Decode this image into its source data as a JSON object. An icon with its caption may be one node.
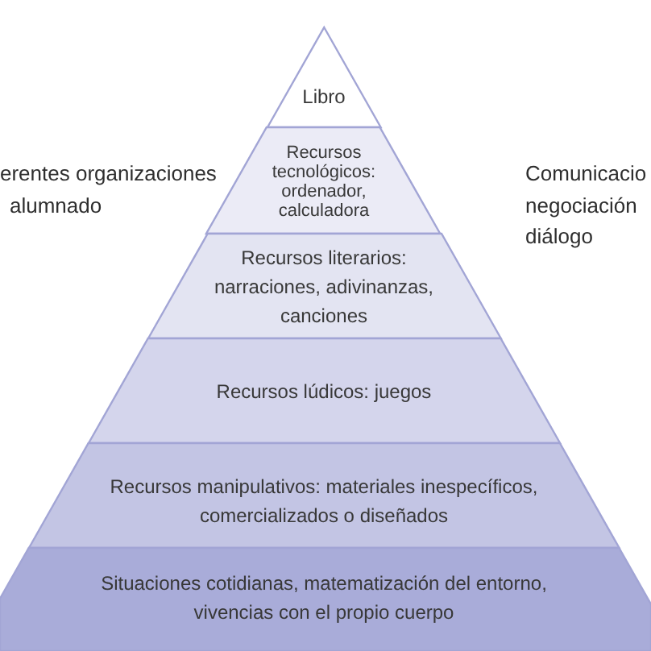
{
  "diagram": {
    "nodes": [
      {
        "text": [
          "Libro"
        ]
      },
      {
        "text": [
          "Recursos tecnológicos: ordenador, calculadora"
        ]
      },
      {
        "text": [
          "Recursos literarios: narraciones, adivinanzas, canciones"
        ]
      },
      {
        "text": [
          "Recursos lúdicos: juegos"
        ]
      },
      {
        "text": [
          "Recursos manipulativos: materiales inespecíficos, comercializados o diseñados"
        ]
      },
      {
        "text": [
          "Situaciones cotidianas, matematización del entorno, vivencias con el propio cuerpo"
        ]
      }
    ],
    "labels": [
      "erentes organizaciones alumnado",
      "Comunicacio negociación diálogo"
    ]
  }
}
